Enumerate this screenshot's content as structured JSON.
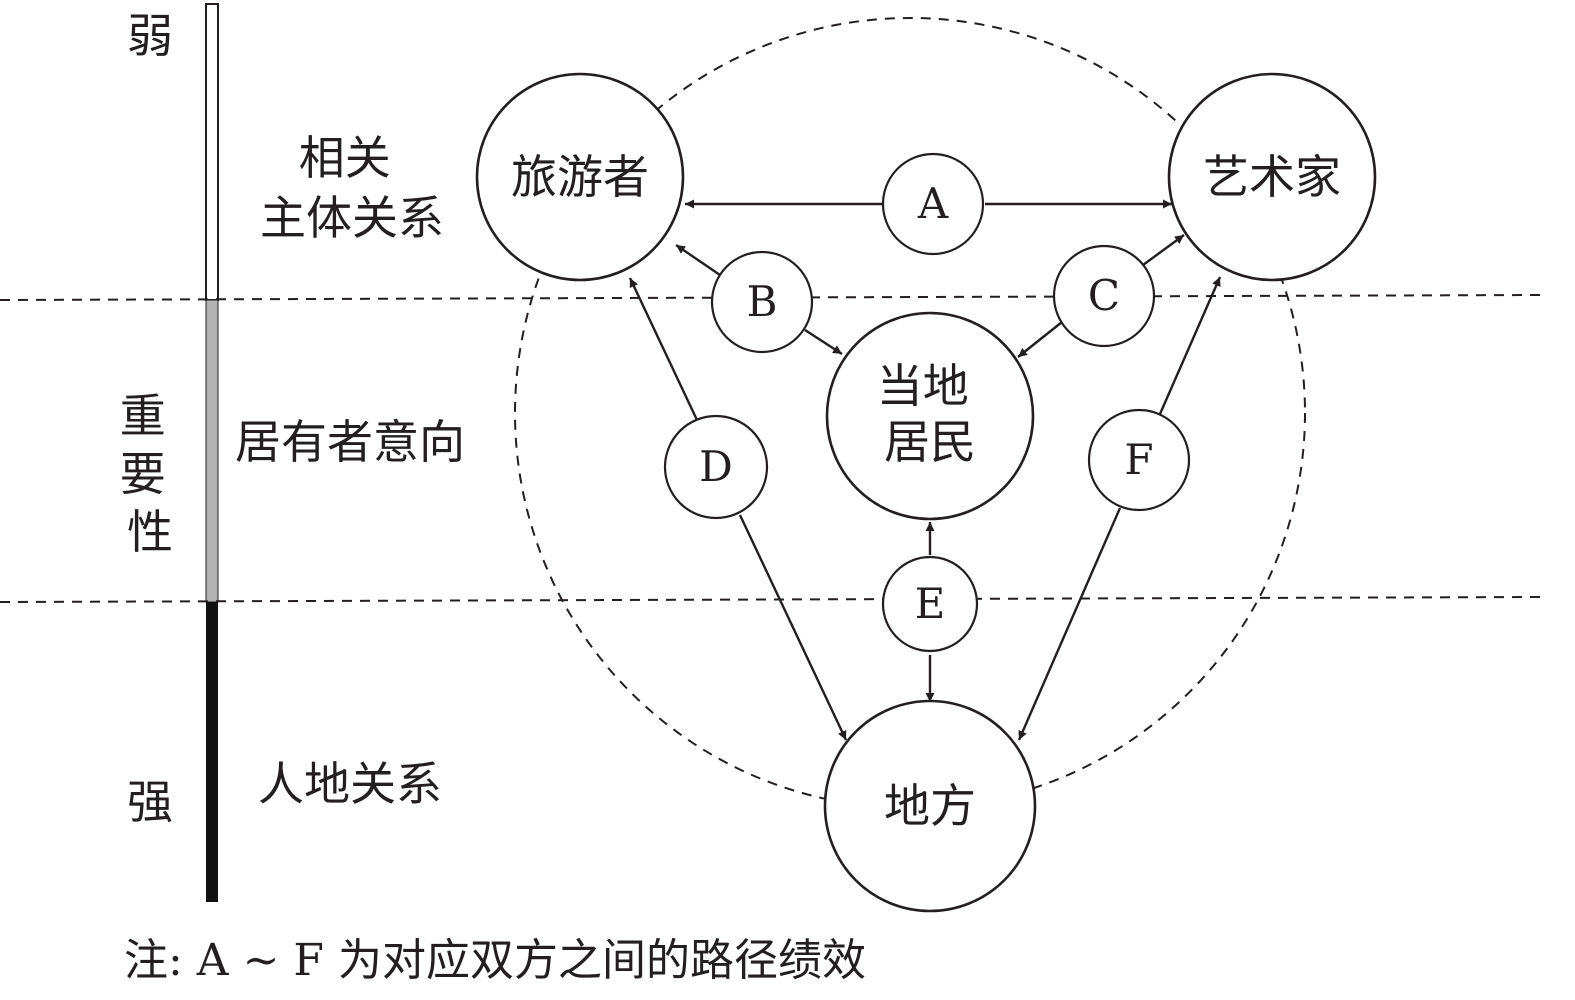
{
  "scale": {
    "top_label": "弱",
    "middle_label": "重要性",
    "bottom_label": "强",
    "segment_colors": [
      "#ffffff",
      "#b3b3b3",
      "#111111"
    ]
  },
  "levels": {
    "subject_relation": "相关\n主体关系",
    "occupant_intention": "居有者意向",
    "human_land_relation": "人地关系"
  },
  "nodes": {
    "tourist": "旅游者",
    "artist": "艺术家",
    "residents": "当地\n居民",
    "place": "地方"
  },
  "paths": {
    "A": "A",
    "B": "B",
    "C": "C",
    "D": "D",
    "E": "E",
    "F": "F"
  },
  "note": "注: A ~ F 为对应双方之间的路径绩效"
}
